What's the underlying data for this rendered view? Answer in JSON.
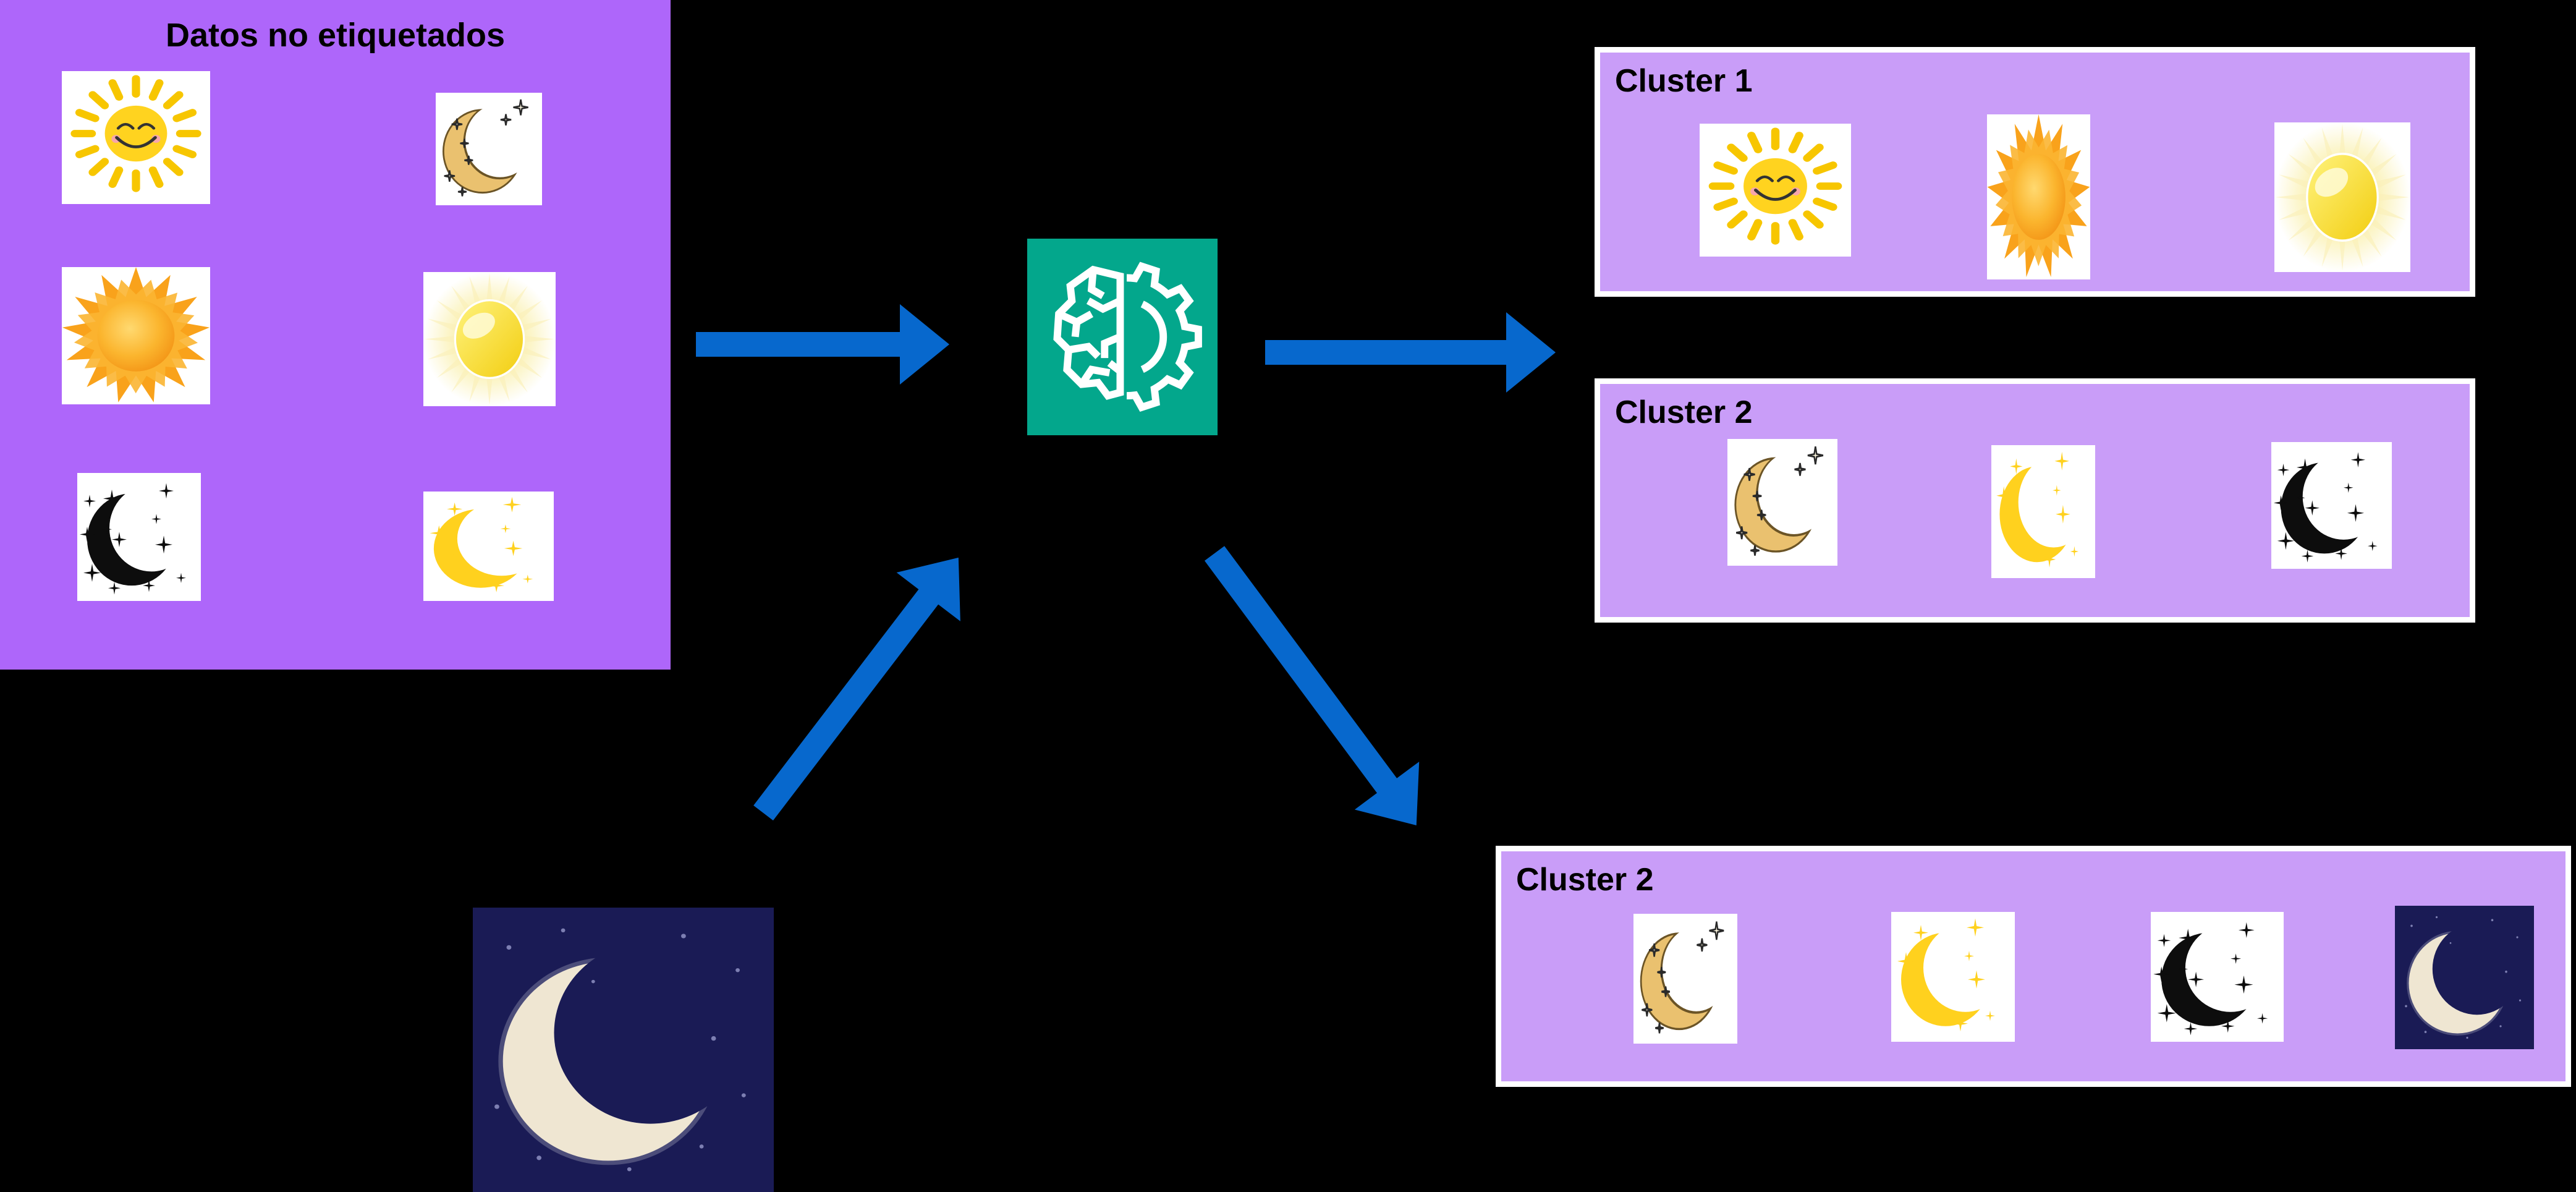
{
  "panel": {
    "title": "Datos no etiquetados",
    "items": [
      "sun-smiley",
      "moon-tan",
      "sun-spiky",
      "sun-glow",
      "moon-black",
      "moon-yellow"
    ]
  },
  "model": {
    "icon": "brain-gear-icon"
  },
  "arrows": [
    "arrow-unlabeled-data-to-model",
    "arrow-model-to-clusters",
    "arrow-new-input-to-model",
    "arrow-model-to-new-cluster"
  ],
  "clusters": [
    {
      "label": "Cluster 1",
      "items": [
        "sun-smiley",
        "sun-spiky",
        "sun-glow"
      ]
    },
    {
      "label": "Cluster 2",
      "items": [
        "moon-tan",
        "moon-yellow",
        "moon-black"
      ]
    },
    {
      "label": "Cluster 2",
      "items": [
        "moon-tan",
        "moon-yellow",
        "moon-black",
        "moon-night-photo"
      ]
    }
  ],
  "new_input": {
    "item": "moon-night-photo"
  },
  "colors": {
    "bg": "#000000",
    "panel_purple": "#ae66fa",
    "cluster_purple": "#c99df8",
    "arrow_blue": "#0768cd",
    "ml_teal": "#03a78c",
    "night_navy": "#1a1b55"
  }
}
